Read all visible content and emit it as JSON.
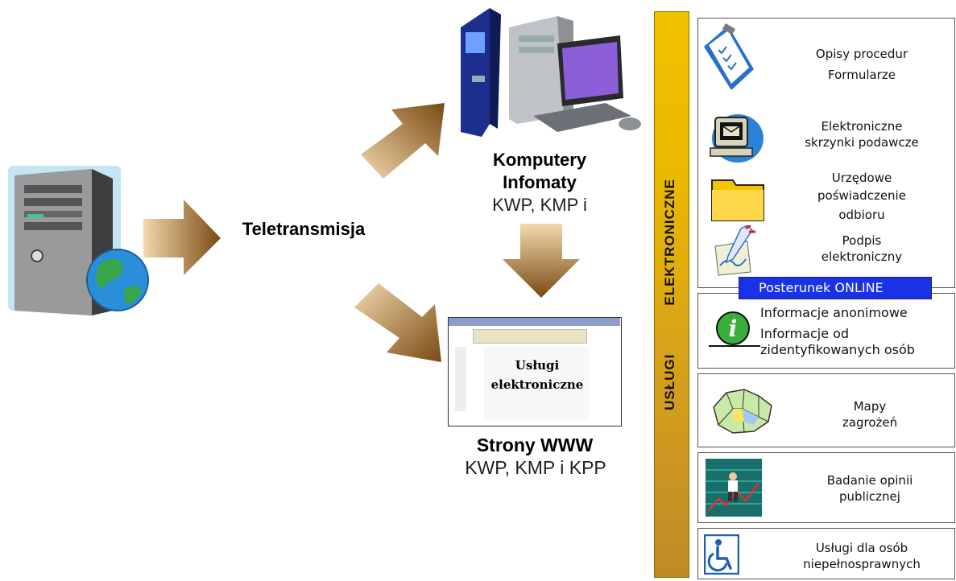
{
  "diagram": {
    "teletransmisja": "Teletransmisja",
    "komputery_title_1": "Komputery",
    "komputery_title_2": "Infomaty",
    "komputery_sub": "KWP, KMP i",
    "strony_title": "Strony WWW",
    "strony_sub": "KWP, KMP i KPP",
    "screen_text_1": "Usługi",
    "screen_text_2": "elektroniczne",
    "bar_label_left": "USŁUGI",
    "bar_label_right": "ELEKTRONICZNE",
    "online_label": "Posterunek ONLINE",
    "services": [
      {
        "lines": [
          "Opisy procedur",
          "Formularze"
        ]
      },
      {
        "lines": [
          "Elektroniczne",
          "skrzynki podawcze"
        ]
      },
      {
        "lines": [
          "Urzędowe",
          "poświadczenie",
          "odbioru"
        ]
      },
      {
        "lines": [
          "Podpis",
          "elektroniczny"
        ]
      },
      {
        "lines": [
          "Informacje anonimowe",
          "Informacje od",
          "zidentyfikowanych osób"
        ]
      },
      {
        "lines": [
          "Mapy",
          "zagrożeń"
        ]
      },
      {
        "lines": [
          "Badanie opinii",
          "publicznej"
        ]
      },
      {
        "lines": [
          "Usługi dla osób",
          "niepełnosprawnych"
        ]
      }
    ]
  },
  "colors": {
    "arrow": "#8a5a1e",
    "bar": "#e9b800",
    "online_bg": "#1a32e6"
  }
}
